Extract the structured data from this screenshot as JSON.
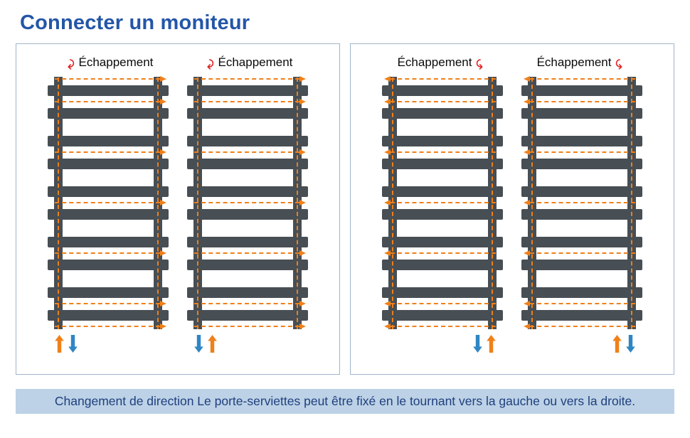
{
  "page": {
    "title": "Connecter un moniteur"
  },
  "colors": {
    "title_blue": "#2456A8",
    "panel_border": "#9FB6CB",
    "bar_dark": "#474E54",
    "flow_orange": "#F08019",
    "arrow_blue": "#2E86C4",
    "caption_bg": "#BDD2E6",
    "caption_text": "#1F3F7E",
    "rotate_icon_red": "#E02020"
  },
  "radiator_pattern": [
    "arrow",
    "bar",
    "arrow",
    "bar",
    "gap",
    "bar",
    "arrow",
    "bar",
    "gap",
    "bar",
    "arrow",
    "bar",
    "gap",
    "bar",
    "arrow",
    "bar",
    "gap",
    "bar",
    "arrow",
    "bar",
    "arrow"
  ],
  "panels": [
    {
      "name": "rotated-left",
      "radiators": [
        {
          "label": "Échappement",
          "icon": "rotate-left-icon",
          "icon_side": "left",
          "flow": "right",
          "bottom_align": "left",
          "bottom_arrows": [
            {
              "dir": "up",
              "color": "orange"
            },
            {
              "dir": "down",
              "color": "blue"
            }
          ]
        },
        {
          "label": "Échappement",
          "icon": "rotate-left-icon",
          "icon_side": "left",
          "flow": "right",
          "bottom_align": "left",
          "bottom_arrows": [
            {
              "dir": "down",
              "color": "blue"
            },
            {
              "dir": "up",
              "color": "orange"
            }
          ]
        }
      ]
    },
    {
      "name": "rotated-right",
      "radiators": [
        {
          "label": "Échappement",
          "icon": "rotate-right-icon",
          "icon_side": "right",
          "flow": "left",
          "bottom_align": "right",
          "bottom_arrows": [
            {
              "dir": "down",
              "color": "blue"
            },
            {
              "dir": "up",
              "color": "orange"
            }
          ]
        },
        {
          "label": "Échappement",
          "icon": "rotate-right-icon",
          "icon_side": "right",
          "flow": "left",
          "bottom_align": "right",
          "bottom_arrows": [
            {
              "dir": "up",
              "color": "orange"
            },
            {
              "dir": "down",
              "color": "blue"
            }
          ]
        }
      ]
    }
  ],
  "caption": "Changement de direction Le porte-serviettes peut être fixé en le tournant vers la gauche ou vers la droite."
}
